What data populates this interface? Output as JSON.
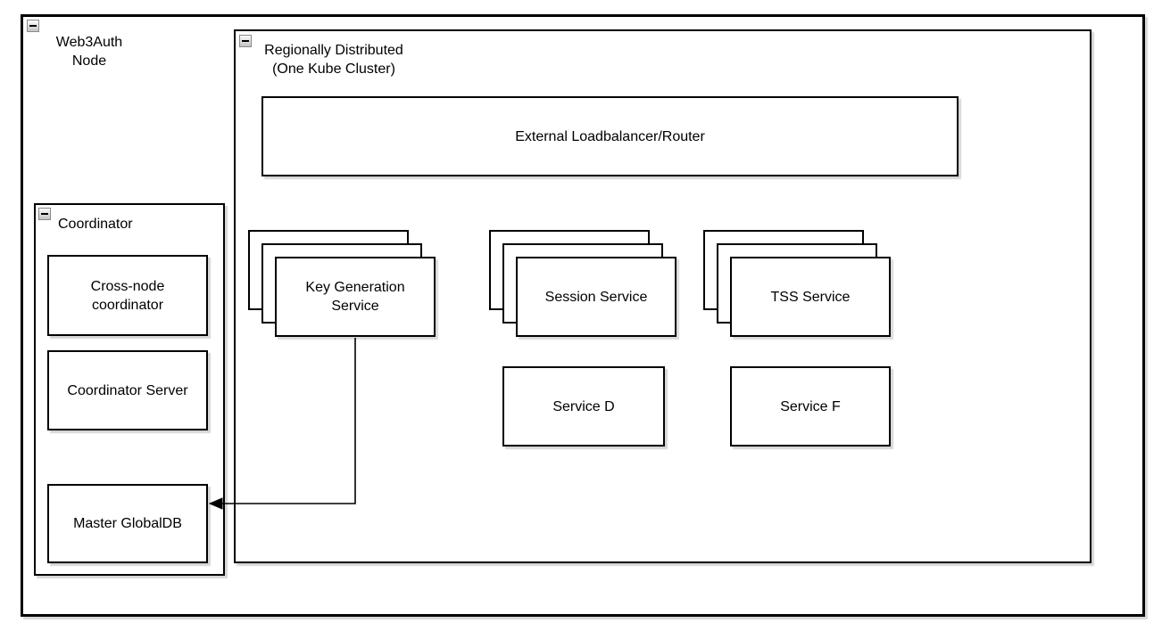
{
  "diagram": {
    "web3auth": {
      "line1": "Web3Auth",
      "line2": "Node"
    },
    "region": {
      "line1": "Regionally Distributed",
      "line2": "(One Kube Cluster)"
    },
    "loadbalancer": "External Loadbalancer/Router",
    "coordinator": {
      "title": "Coordinator",
      "cross_node_line1": "Cross-node",
      "cross_node_line2": "coordinator",
      "server": "Coordinator Server",
      "globaldb": "Master GlobalDB"
    },
    "services": {
      "keygen_line1": "Key Generation",
      "keygen_line2": "Service",
      "session": "Session Service",
      "tss": "TSS Service",
      "service_d": "Service D",
      "service_f": "Service F"
    },
    "edges": [
      {
        "from": "Key Generation Service",
        "to": "Master GlobalDB",
        "style": "orthogonal-arrow"
      }
    ],
    "icons": {
      "collapse": "minus-icon"
    },
    "colors": {
      "stroke": "#000000",
      "fill": "#ffffff"
    }
  }
}
